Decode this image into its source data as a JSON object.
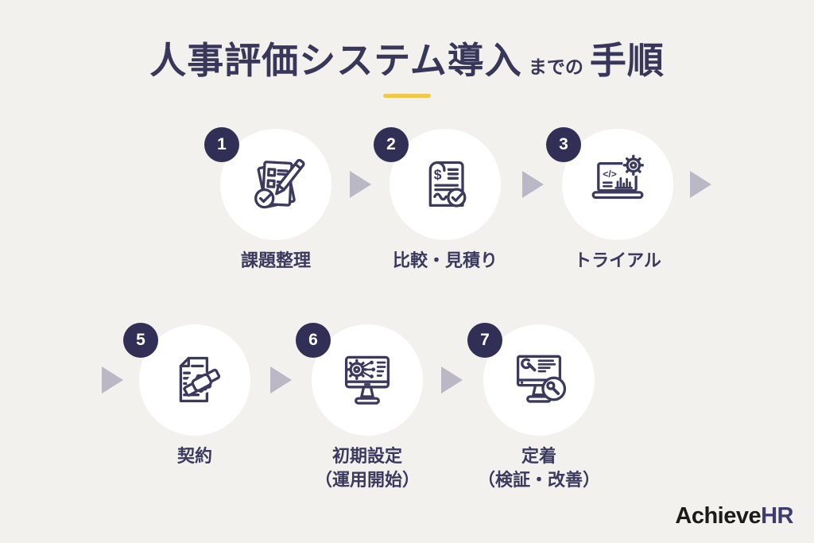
{
  "title": {
    "main": "人事評価システム導入",
    "connector": "までの",
    "last": "手順"
  },
  "steps": [
    {
      "number": "1",
      "label": "課題整理",
      "label2": "",
      "icon": "checklist-pencil-icon"
    },
    {
      "number": "2",
      "label": "比較・見積り",
      "label2": "",
      "icon": "invoice-check-icon"
    },
    {
      "number": "3",
      "label": "トライアル",
      "label2": "",
      "icon": "laptop-analytics-gear-icon"
    },
    {
      "number": "5",
      "label": "契約",
      "label2": "",
      "icon": "contract-handshake-icon"
    },
    {
      "number": "6",
      "label": "初期設定",
      "label2": "（運用開始）",
      "icon": "monitor-gear-network-icon"
    },
    {
      "number": "7",
      "label": "定着",
      "label2": "（検証・改善）",
      "icon": "monitor-wrench-check-icon"
    }
  ],
  "glyphs": {
    "dollar": "$",
    "code": "</>"
  },
  "logo": {
    "first": "Achieve",
    "second": "HR"
  },
  "colors": {
    "background": "#f2f1ee",
    "navy_text": "#3b3a5e",
    "badge_navy": "#312f55",
    "circle_white": "#ffffff",
    "arrow_gray": "#bab8c4",
    "accent_yellow": "#f2c84b",
    "logo_black": "#1b1b1b",
    "logo_navy": "#3e3c6e"
  }
}
